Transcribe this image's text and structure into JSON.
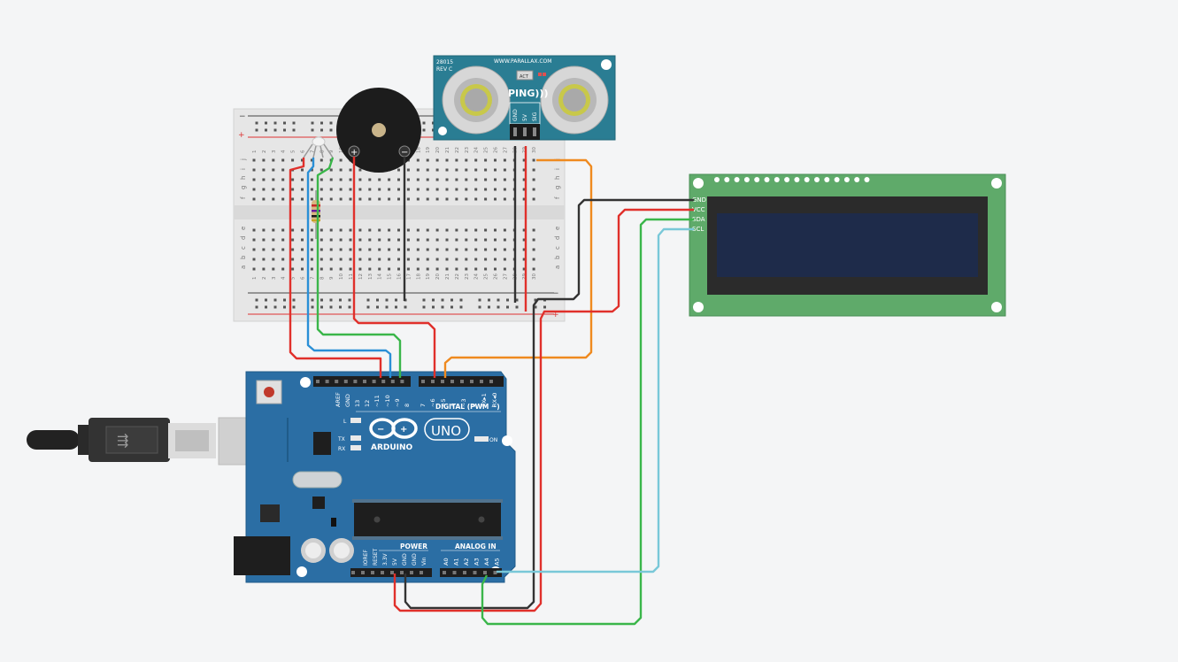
{
  "ping": {
    "part_no": "28015",
    "rev": "REV C",
    "url": "WWW.PARALLAX.COM",
    "act": "ACT",
    "name": "PING)))",
    "pins": [
      "GND",
      "5V",
      "SIG"
    ]
  },
  "lcd": {
    "pins": [
      "GND",
      "VCC",
      "SDA",
      "SCL"
    ]
  },
  "breadboard": {
    "rows_top": [
      "j",
      "i",
      "h",
      "g",
      "f"
    ],
    "rows_bottom": [
      "e",
      "d",
      "c",
      "b",
      "a"
    ],
    "columns": [
      "1",
      "2",
      "3",
      "4",
      "5",
      "6",
      "7",
      "8",
      "9",
      "10",
      "11",
      "12",
      "13",
      "14",
      "15",
      "16",
      "17",
      "18",
      "19",
      "20",
      "21",
      "22",
      "23",
      "24",
      "25",
      "26",
      "27",
      "28",
      "29",
      "30"
    ],
    "rail_minus": "−",
    "rail_plus": "+"
  },
  "buzzer": {
    "plus": "+",
    "minus": "−"
  },
  "arduino": {
    "digital_label": "DIGITAL (PWM ~)",
    "digital_pins": [
      "AREF",
      "GND",
      "13",
      "12",
      "~11",
      "~10",
      "~9",
      "8",
      "7",
      "~6",
      "~5",
      "4",
      "~3",
      "2",
      "TX▸1",
      "RX◂0"
    ],
    "brand": "ARDUINO",
    "model": "UNO",
    "led_l": "L",
    "led_tx": "TX",
    "led_rx": "RX",
    "led_on": "ON",
    "power_label": "POWER",
    "power_pins": [
      "IOREF",
      "RESET",
      "3.3V",
      "5V",
      "GND",
      "GND",
      "Vin"
    ],
    "analog_label": "ANALOG IN",
    "analog_pins": [
      "A0",
      "A1",
      "A2",
      "A3",
      "A4",
      "A5"
    ]
  },
  "colors": {
    "background": "#f4f5f6",
    "arduino_board": "#2b6ea4",
    "lcd_board": "#5faa6a",
    "lcd_screen": "#1e2b4a",
    "ping_board": "#2a7d93",
    "wire_red": "#e0302b",
    "wire_black": "#333333",
    "wire_blue": "#2a8fd6",
    "wire_green": "#3ab64a",
    "wire_orange": "#ef8a1f",
    "wire_cyan": "#79c8d8"
  }
}
